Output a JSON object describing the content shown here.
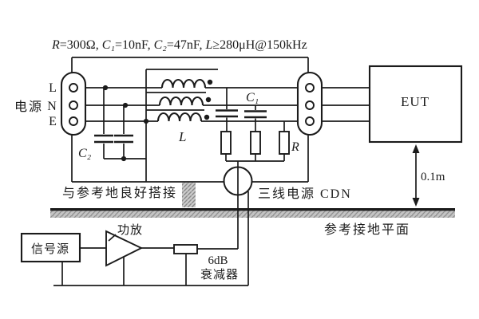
{
  "title": {
    "parts": [
      "R",
      "=300Ω, ",
      "C₁",
      "=10nF, ",
      "C₂",
      "=47nF, ",
      "L",
      "≥280μH@150kHz"
    ]
  },
  "labels": {
    "power_source": "电源",
    "line_l": "L",
    "line_n": "N",
    "line_e": "E",
    "c2": "C₂",
    "c1": "C₁",
    "choke": "L",
    "resistor": "R",
    "eut": "EUT",
    "distance": "0.1m",
    "bonding_note": "与参考地良好搭接",
    "cdn_label": "三线电源 CDN",
    "ground_plane": "参考接地平面",
    "signal_source": "信号源",
    "amplifier": "功放",
    "attenuator_value": "6dB",
    "attenuator": "衰减器"
  },
  "colors": {
    "line": "#1b1b1b",
    "bg": "#ffffff",
    "ground_fill": "#bdbdbd",
    "hatch": "#8f8f8f"
  }
}
